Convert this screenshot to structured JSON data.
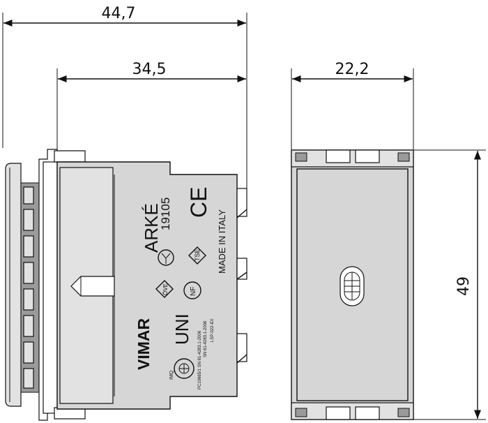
{
  "dimensions": {
    "overall_depth": "44,7",
    "body_depth": "34,5",
    "width": "22,2",
    "height": "49"
  },
  "side_markings": {
    "brand_series": "ARKÉ",
    "article_code": "19105",
    "ce_mark": "CE",
    "origin": "MADE IN ITALY",
    "manufacturer": "VIMAR",
    "standard_line_1": "UNI",
    "standard_line_2": "SN 61-4283.1-2006",
    "standard_line_3": "LSP-022-IDI",
    "standard_line_4": "PC10665/1 SN 61-4283.1-2006",
    "imq_mark": "IMQ",
    "nf_mark": "NF",
    "tse_mark": "TSE",
    "ove_mark": "ÖVE"
  },
  "colors": {
    "line": "#111111",
    "body_fill": "#d6d6d6",
    "dark_fill": "#9a9a9a",
    "background": "#ffffff"
  }
}
